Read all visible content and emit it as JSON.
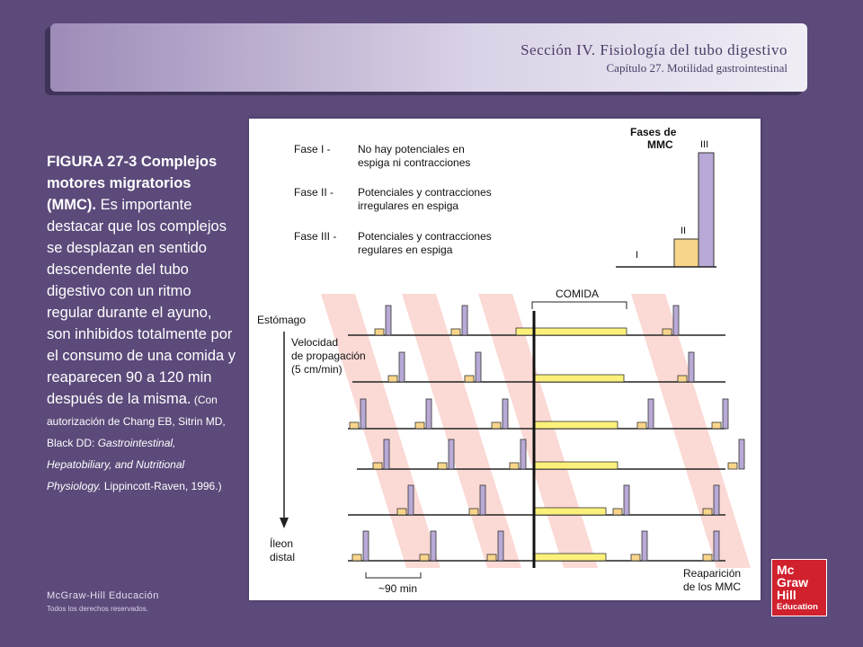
{
  "header": {
    "section": "Sección IV.  Fisiología del tubo digestivo",
    "chapter": "Capítulo 27.  Motilidad gastrointestinal"
  },
  "caption": {
    "bold": "FIGURA 27-3 Complejos motores migratorios (MMC).",
    "body": " Es importante destacar que los complejos se desplazan en sentido descendente del tubo digestivo con un ritmo regular durante el ayuno, son inhibidos totalmente  por el consumo de una comida y reaparecen 90 a 120 min después de la misma.",
    "cite_start": " (Con autorización de Chang EB, Sitrin MD, Black DD: ",
    "cite_italic": "Gastrointestinal,  Hepatobiliary, and Nutritional Physiology.",
    "cite_end": " Lippincott-Raven, 1996.)"
  },
  "figure": {
    "phases": [
      {
        "name": "Fase I  -",
        "desc1": "No hay potenciales en",
        "desc2": "espiga ni contracciones"
      },
      {
        "name": "Fase II  -",
        "desc1": "Potenciales y contracciones",
        "desc2": "irregulares en espiga"
      },
      {
        "name": "Fase III  -",
        "desc1": "Potenciales y contracciones",
        "desc2": "regulares en espiga"
      }
    ],
    "phases_title1": "Fases de",
    "phases_title2": "MMC",
    "phase_I": "I",
    "phase_II": "II",
    "phase_III": "III",
    "meal": "COMIDA",
    "stomach": "Estómago",
    "velocity1": "Velocidad",
    "velocity2": "de propagación",
    "velocity3": "(5 cm/min)",
    "ileum1": "Íleon",
    "ileum2": "distal",
    "interval": "~90 min",
    "reappear1": "Reaparición",
    "reappear2": "de los MMC"
  },
  "colors": {
    "background": "#5b4a7a",
    "phase2": "#f8d58a",
    "phase3": "#b8a9d6",
    "meal": "#fbf07a",
    "band": "#fbd9d4"
  },
  "footer": {
    "publisher": "McGraw-Hill Educación",
    "rights": "Todos los derechos reservados.",
    "logo1": "Mc",
    "logo2": "Graw",
    "logo3": "Hill",
    "logo4": "Education"
  }
}
